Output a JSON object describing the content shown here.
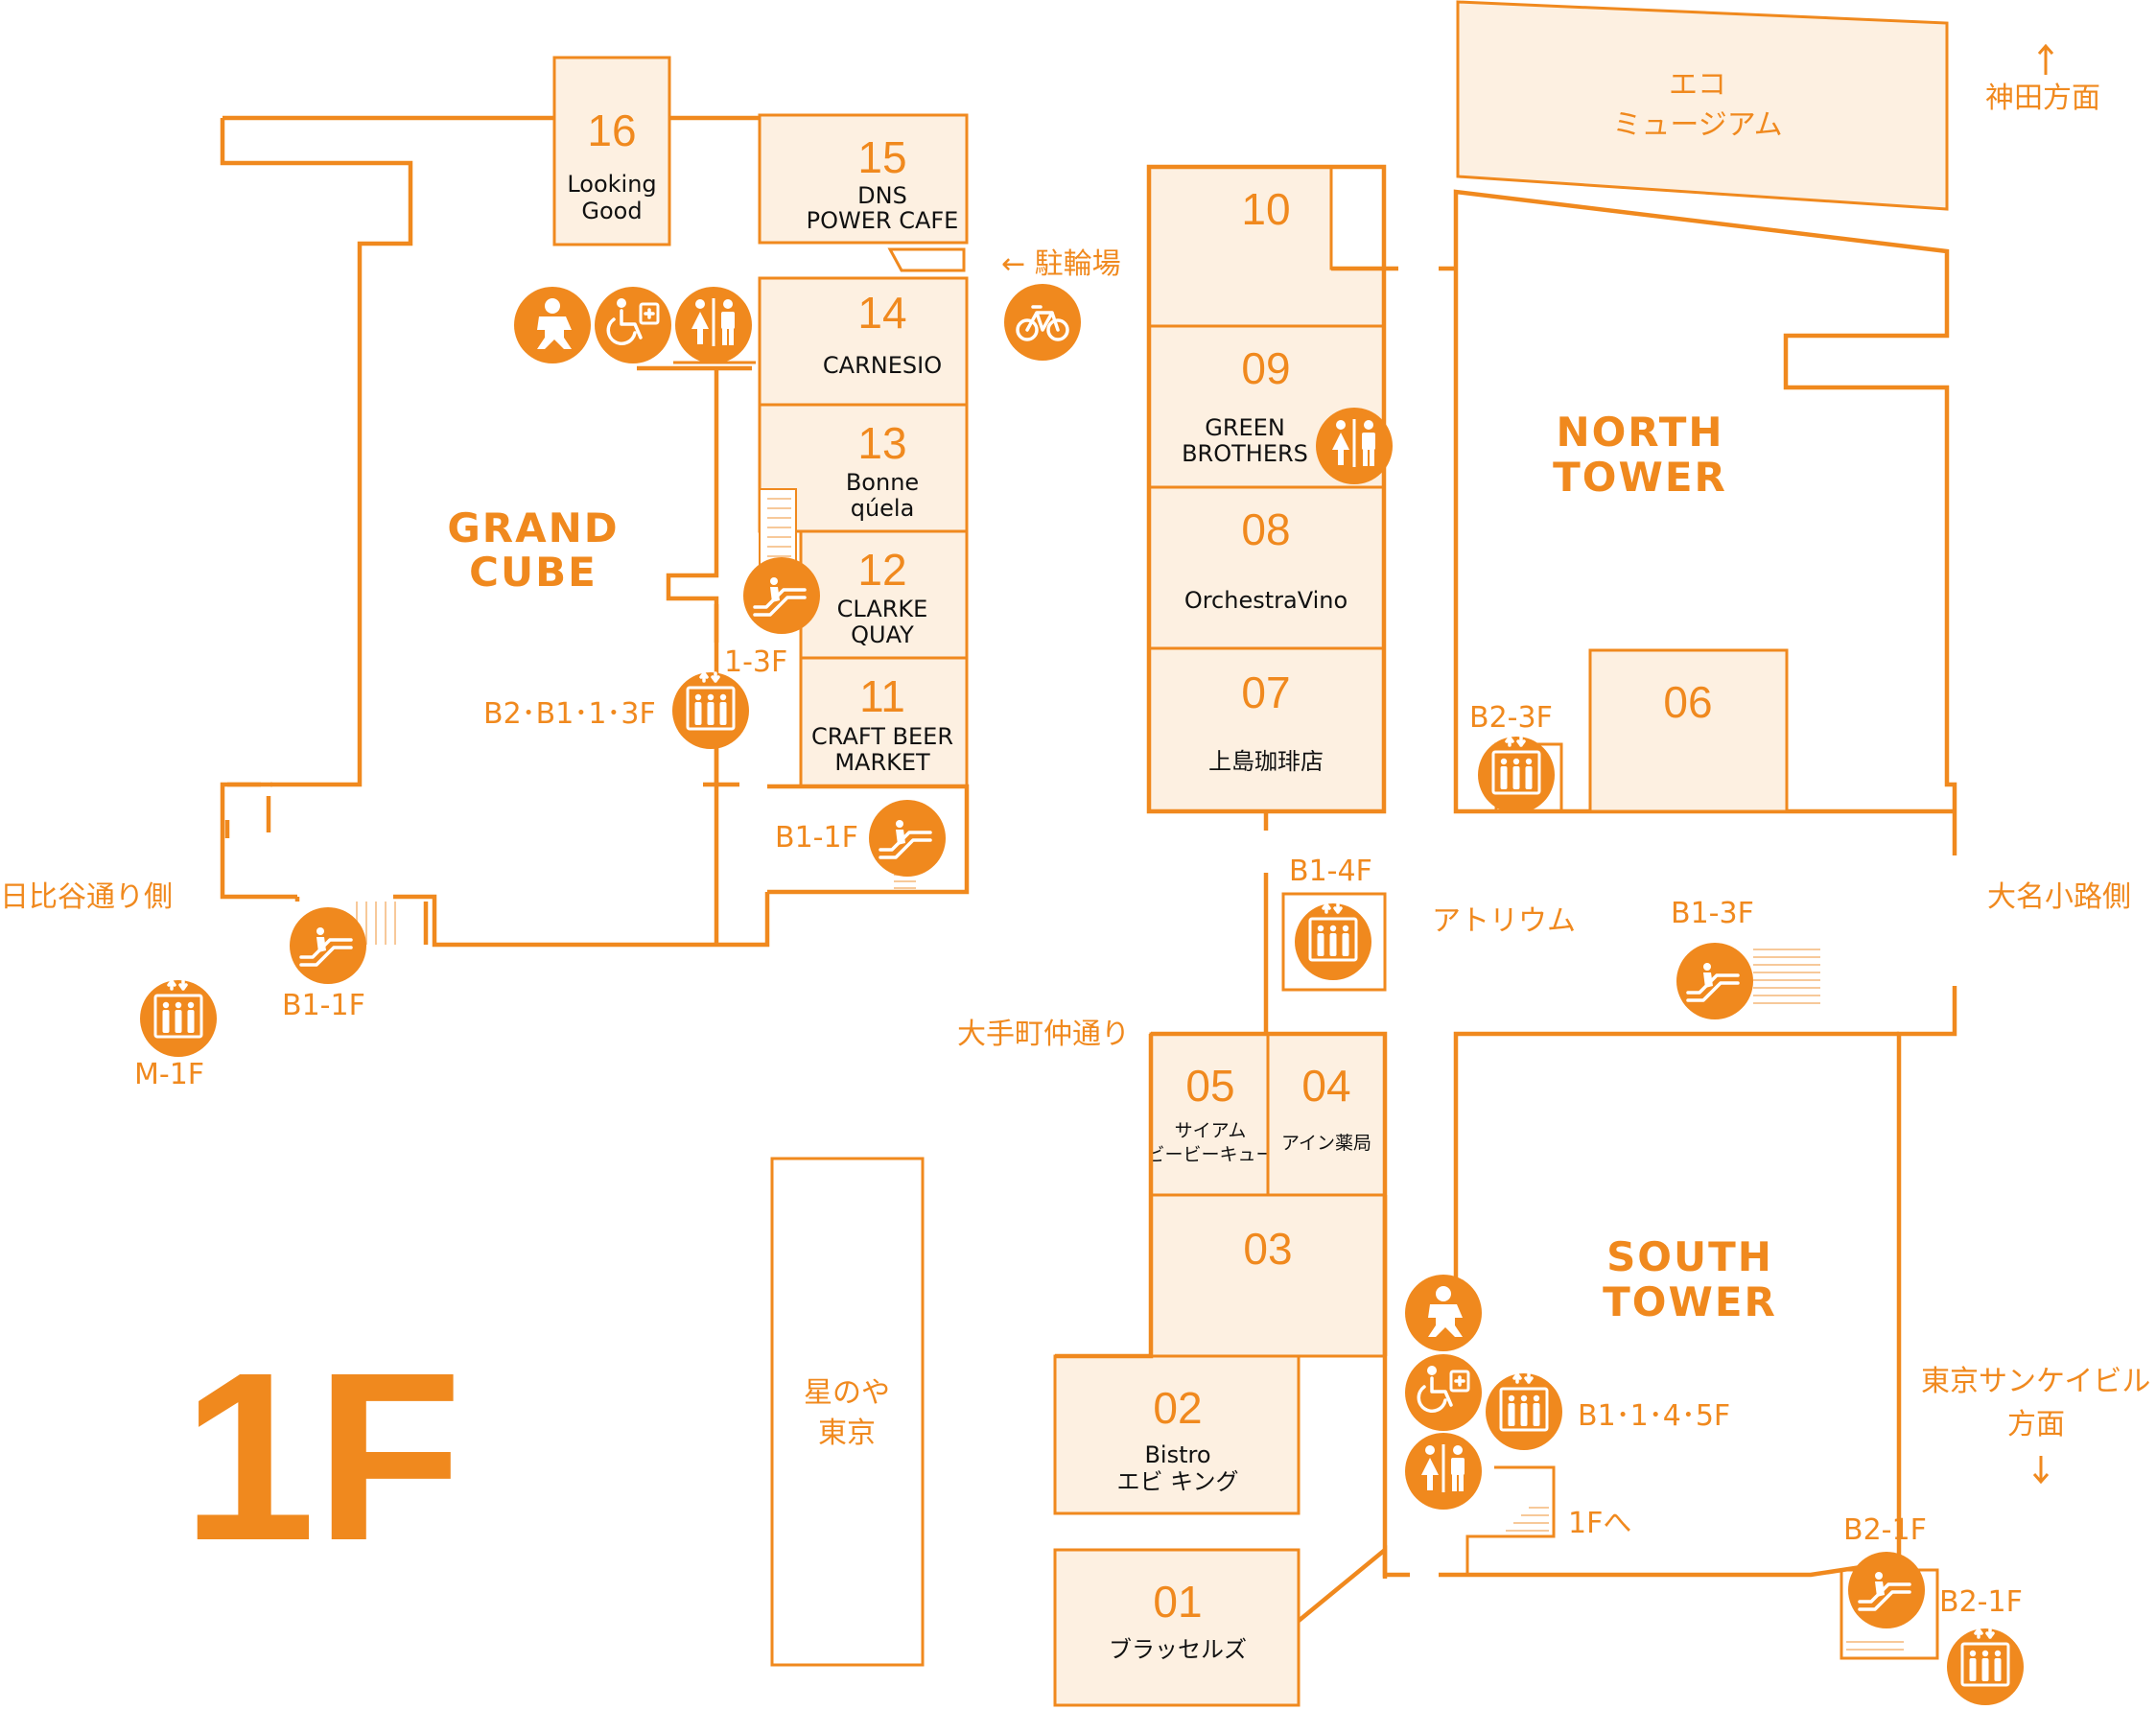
{
  "floor": "1F",
  "towers": {
    "grand_cube": [
      "GRAND",
      "CUBE"
    ],
    "north_tower": [
      "NORTH",
      "TOWER"
    ],
    "south_tower": [
      "SOUTH",
      "TOWER"
    ]
  },
  "shops": [
    {
      "num": "16",
      "name": [
        "Looking",
        "Good"
      ]
    },
    {
      "num": "15",
      "name": [
        "DNS",
        "POWER CAFE"
      ]
    },
    {
      "num": "14",
      "name": [
        "CARNESIO"
      ]
    },
    {
      "num": "13",
      "name": [
        "Bonne",
        "qúela"
      ]
    },
    {
      "num": "12",
      "name": [
        "CLARKE",
        "QUAY"
      ]
    },
    {
      "num": "11",
      "name": [
        "CRAFT BEER",
        "MARKET"
      ]
    },
    {
      "num": "10",
      "name": []
    },
    {
      "num": "09",
      "name": [
        "GREEN",
        "BROTHERS"
      ]
    },
    {
      "num": "08",
      "name": [
        "OrchestraVino"
      ]
    },
    {
      "num": "07",
      "name": [
        "上島珈琲店"
      ]
    },
    {
      "num": "06",
      "name": []
    },
    {
      "num": "05",
      "name": [
        "サイアム",
        "ビービーキュー"
      ]
    },
    {
      "num": "04",
      "name": [
        "アイン薬局"
      ]
    },
    {
      "num": "03",
      "name": []
    },
    {
      "num": "02",
      "name": [
        "Bistro",
        "エビ キング"
      ]
    },
    {
      "num": "01",
      "name": [
        "ブラッセルズ"
      ]
    }
  ],
  "places": {
    "eco_museum": [
      "エコ",
      "ミュージアム"
    ],
    "hoshinoya": [
      "星のや",
      "東京"
    ],
    "atrium": "アトリウム",
    "bicycle_parking": "← 駐輪場"
  },
  "directions": {
    "kanda": "神田方面",
    "hibiya": "日比谷通り側",
    "daimyo": "大名小路側",
    "otemachi": "大手町仲通り",
    "sankei": [
      "東京サンケイビル",
      "方面"
    ],
    "to_1f": "1Fへ"
  },
  "floor_labels": {
    "m_1f": "M-1F",
    "b1_1f_west": "B1-1F",
    "b1_1f_cube": "B1-1F",
    "b2_3f_elevator": "B2･B1･1･3F",
    "f1_3f": "1-3F",
    "b2_3f_north": "B2-3F",
    "b1_4f": "B1-4F",
    "b1_3f": "B1-3F",
    "b1_1_4_5f": "B1･1･4･5F",
    "b2_1f_escalator": "B2-1F",
    "b2_1f_elevator": "B2-1F"
  },
  "icons": {
    "baby": "baby-care-icon",
    "accessible": "accessible-toilet-icon",
    "restroom": "restroom-icon",
    "elevator": "elevator-icon",
    "escalator": "escalator-icon",
    "bicycle": "bicycle-icon"
  },
  "colors": {
    "accent": "#f0891e",
    "shop_fill": "#fdf0e1",
    "text": "#111111"
  }
}
